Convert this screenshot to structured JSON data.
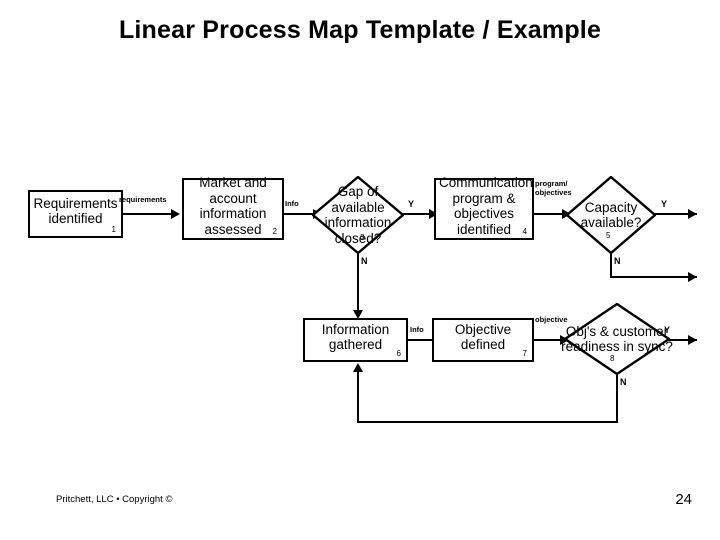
{
  "slide": {
    "title": "Linear Process Map Template / Example",
    "footer_copyright": "Pritchett, LLC • Copyright ©",
    "page_number": "24"
  },
  "nodes": {
    "n1": {
      "text": "Requirements identified",
      "number": "1",
      "shape": "process"
    },
    "n2": {
      "text": "Market and account information assessed",
      "number": "2",
      "shape": "process"
    },
    "n3": {
      "text": "Gap of available information closed?",
      "number": "3",
      "shape": "decision"
    },
    "n4": {
      "text": "Communication program & objectives identified",
      "number": "4",
      "shape": "process"
    },
    "n5": {
      "text": "Capacity available?",
      "number": "5",
      "shape": "decision"
    },
    "n6": {
      "text": "Information gathered",
      "number": "6",
      "shape": "process"
    },
    "n7": {
      "text": "Objective defined",
      "number": "7",
      "shape": "process"
    },
    "n8": {
      "text": "Obj's & customer readiness in sync?",
      "number": "8",
      "shape": "decision"
    }
  },
  "edge_labels": {
    "requirements": "requirements",
    "info_1": "Info",
    "program_objectives_line1": "program/",
    "program_objectives_line2": "objectives",
    "info_2": "Info",
    "objective": "objective"
  },
  "branch_labels": {
    "d3_yes": "Y",
    "d3_no": "N",
    "d5_yes": "Y",
    "d5_no": "N",
    "d8_yes": "Y",
    "d8_no": "N"
  },
  "colors": {
    "stroke": "#000000",
    "fill": "#ffffff",
    "text": "#000000"
  }
}
